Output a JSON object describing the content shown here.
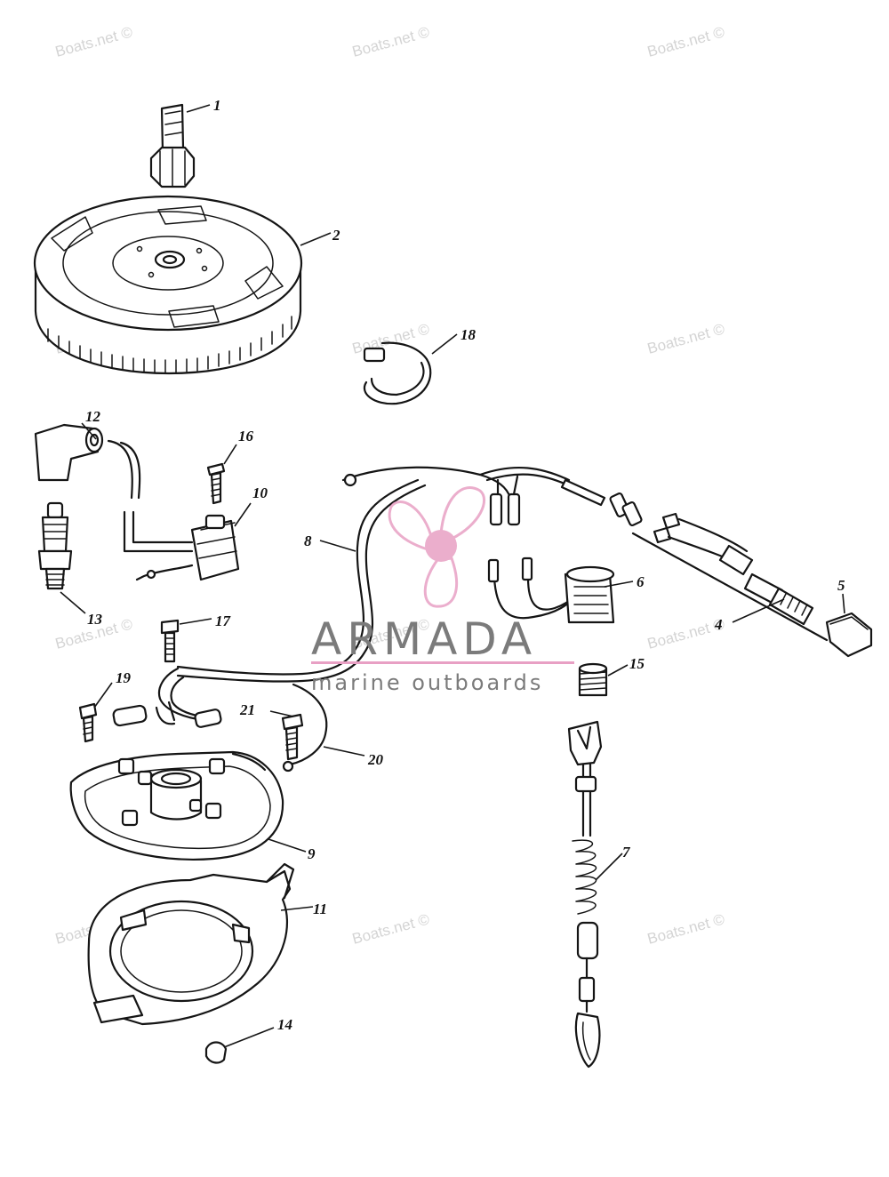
{
  "watermark_text": "Boats.net ©",
  "brand": {
    "name": "ARMADA",
    "tagline": "marine outboards",
    "accent_color": "#e8a0c4",
    "text_color": "#7b7b7b"
  },
  "parts": [
    {
      "id": "1",
      "label": "1"
    },
    {
      "id": "2",
      "label": "2"
    },
    {
      "id": "4",
      "label": "4"
    },
    {
      "id": "5",
      "label": "5"
    },
    {
      "id": "6",
      "label": "6"
    },
    {
      "id": "7",
      "label": "7"
    },
    {
      "id": "8",
      "label": "8"
    },
    {
      "id": "9",
      "label": "9"
    },
    {
      "id": "10",
      "label": "10"
    },
    {
      "id": "11",
      "label": "11"
    },
    {
      "id": "12",
      "label": "12"
    },
    {
      "id": "13",
      "label": "13"
    },
    {
      "id": "14",
      "label": "14"
    },
    {
      "id": "15",
      "label": "15"
    },
    {
      "id": "16",
      "label": "16"
    },
    {
      "id": "17",
      "label": "17"
    },
    {
      "id": "18",
      "label": "18"
    },
    {
      "id": "19",
      "label": "19"
    },
    {
      "id": "20",
      "label": "20"
    },
    {
      "id": "21",
      "label": "21"
    }
  ]
}
